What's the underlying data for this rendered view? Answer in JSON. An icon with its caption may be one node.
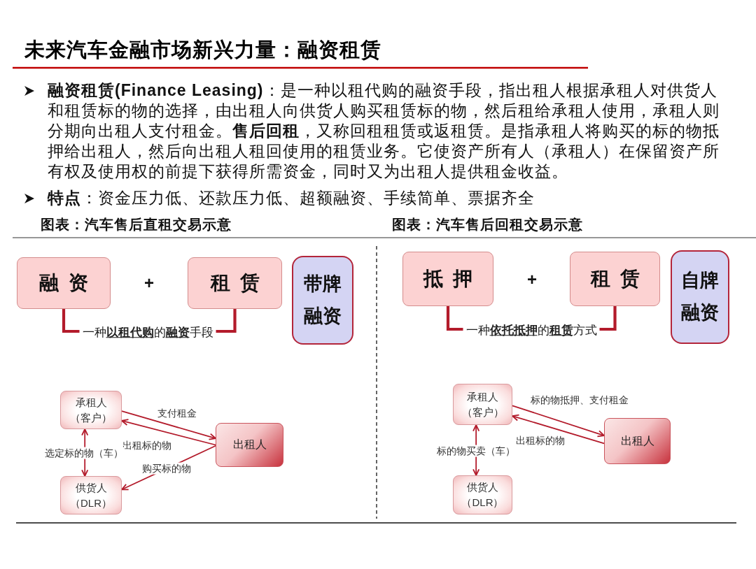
{
  "diagram": {
    "title": "未来汽车金融市场新兴力量：融资租赁",
    "nodes": [
      {
        "text": [
          "融资"
        ]
      },
      {
        "text": [
          "租赁"
        ]
      },
      {
        "text": [
          "带牌融资"
        ]
      },
      {
        "text": [
          "一种 **以租代购** 的 **融资** 手段"
        ]
      },
      {
        "text": [
          "承租人（客户）"
        ]
      },
      {
        "text": [
          "出租人"
        ]
      },
      {
        "text": [
          "供货人（DLR）"
        ]
      },
      {
        "text": [
          "抵押"
        ]
      },
      {
        "text": [
          "租赁"
        ]
      },
      {
        "text": [
          "自牌融资"
        ]
      },
      {
        "text": [
          "一种 **依托抵押** 的 **租赁** 方式"
        ]
      },
      {
        "text": [
          "承租人（客户）"
        ]
      },
      {
        "text": [
          "出租人"
        ]
      },
      {
        "text": [
          "供货人（DLR）"
        ]
      }
    ],
    "edges": [
      {
        "from": 0,
        "to": 3,
        "arrow": "none",
        "style": "thick"
      },
      {
        "from": 1,
        "to": 3,
        "arrow": "none",
        "style": "thick"
      },
      {
        "from": 4,
        "to": 5,
        "arrow": "to",
        "label": "支付租金"
      },
      {
        "from": 5,
        "to": 4,
        "arrow": "to",
        "label": "出租标的物"
      },
      {
        "from": 4,
        "to": 6,
        "arrow": "both",
        "label": "选定标的物（车）"
      },
      {
        "from": 5,
        "to": 6,
        "arrow": "to",
        "label": "购买标的物"
      },
      {
        "from": 7,
        "to": 10,
        "arrow": "none",
        "style": "thick"
      },
      {
        "from": 8,
        "to": 10,
        "arrow": "none",
        "style": "thick"
      },
      {
        "from": 11,
        "to": 12,
        "arrow": "to",
        "label": "标的物抵押、支付租金"
      },
      {
        "from": 12,
        "to": 11,
        "arrow": "to",
        "label": "出租标的物"
      },
      {
        "from": 11,
        "to": 13,
        "arrow": "both",
        "label": "标的物买卖（车）"
      }
    ],
    "labels": [
      "**融资租赁(Finance Leasing)**：是一种以租代购的融资手段，指出租人根据承租人对供货人和租赁标的物的选择，由出租人向供货人购买租赁标的物，然后租给承租人使用，承租人则分期向出租人支付租金。**售后回租**，又称回租租赁或返租赁。是指承租人将购买的标的物抵押给出租人，然后向出租人租回使用的租赁业务。它使资产所有人（承租人）在保留资产所有权及使用权的前提下获得所需资金，同时又为出租人提供租金收益。",
      "**特点**：资金压力低、还款压力低、超额融资、手续简单、票据齐全",
      "图表：汽车售后直租交易示意",
      "图表：汽车售后回租交易示意",
      "+",
      "+"
    ]
  }
}
